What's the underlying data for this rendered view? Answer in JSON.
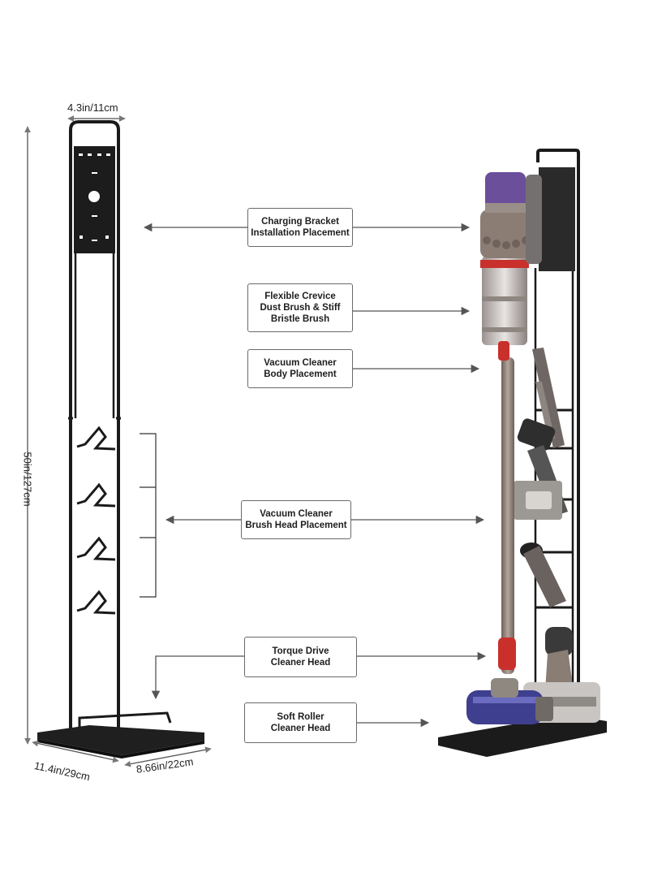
{
  "dimensions": {
    "top_width": "4.3in/11cm",
    "height": "50in/127cm",
    "base_depth": "11.4in/29cm",
    "base_width": "8.66in/22cm"
  },
  "callouts": {
    "charging": {
      "line1": "Charging Bracket",
      "line2": "Installation Placement"
    },
    "crevice": {
      "line1": "Flexible Crevice",
      "line2": "Dust Brush & Stiff",
      "line3": "Bristle Brush"
    },
    "body": {
      "line1": "Vacuum Cleaner",
      "line2": "Body Placement"
    },
    "brush_head": {
      "line1": "Vacuum Cleaner",
      "line2": "Brush Head Placement"
    },
    "torque": {
      "line1": "Torque Drive",
      "line2": "Cleaner Head"
    },
    "soft_roller": {
      "line1": "Soft Roller",
      "line2": "Cleaner Head"
    }
  },
  "colors": {
    "stand": "#1a1a1a",
    "arrow": "#555555",
    "vacuum_body": "#8b7d74",
    "vacuum_cap": "#6b4f9a",
    "accent_red": "#c9302c",
    "brush_purple": "#3f3f8f"
  }
}
